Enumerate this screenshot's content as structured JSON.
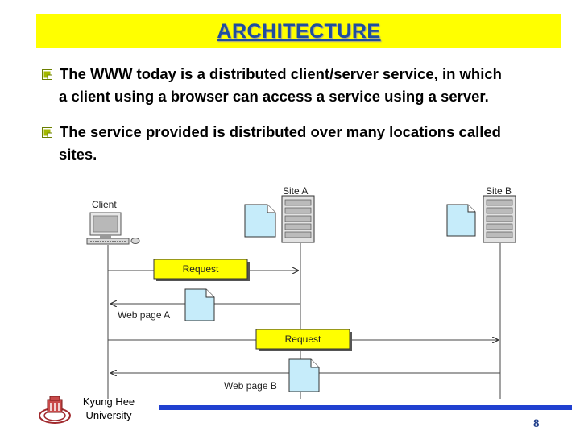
{
  "slide": {
    "title": "ARCHITECTURE",
    "bullets": [
      {
        "line1": "The WWW today is a distributed client/server service, in which",
        "line2": "a client using a browser can access a service using a server."
      },
      {
        "line1": "The service provided is distributed over many locations called",
        "line2": "sites."
      }
    ]
  },
  "diagram": {
    "client_label": "Client",
    "site_a_label": "Site A",
    "site_b_label": "Site B",
    "request_1_label": "Request",
    "response_1_label": "Web page A",
    "request_2_label": "Request",
    "response_2_label": "Web page B"
  },
  "footer": {
    "university_line1": "Kyung Hee",
    "university_line2": "University",
    "page_number": "8"
  },
  "colors": {
    "title_bg": "#ffff00",
    "title_text": "#1f4e9e",
    "request_box": "#ffff00",
    "page_icon": "#c6ecfa",
    "footer_line": "#2040d0"
  }
}
